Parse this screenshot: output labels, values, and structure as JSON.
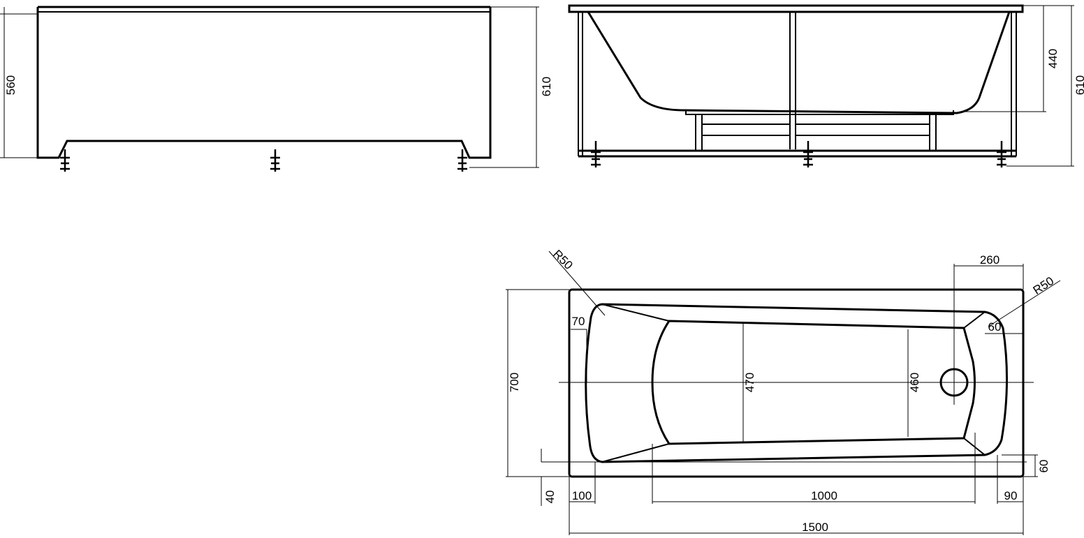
{
  "colors": {
    "background": "#ffffff",
    "line": "#000000"
  },
  "views": {
    "front": {
      "dims": {
        "height_panel": "560",
        "height_total": "610"
      }
    },
    "side": {
      "dims": {
        "depth_inner": "440",
        "height_total": "610"
      }
    },
    "top": {
      "dims": {
        "radius_left": "R50",
        "radius_right": "R50",
        "drain_offset": "260",
        "head_offset": "70",
        "corner_offset_right": "60",
        "width_total": "700",
        "inner_width_left": "470",
        "inner_width_right": "460",
        "rim_front": "60",
        "edge_left": "40",
        "left_margin": "100",
        "bottom_length": "1000",
        "right_margin": "90",
        "length_total": "1500"
      }
    }
  }
}
